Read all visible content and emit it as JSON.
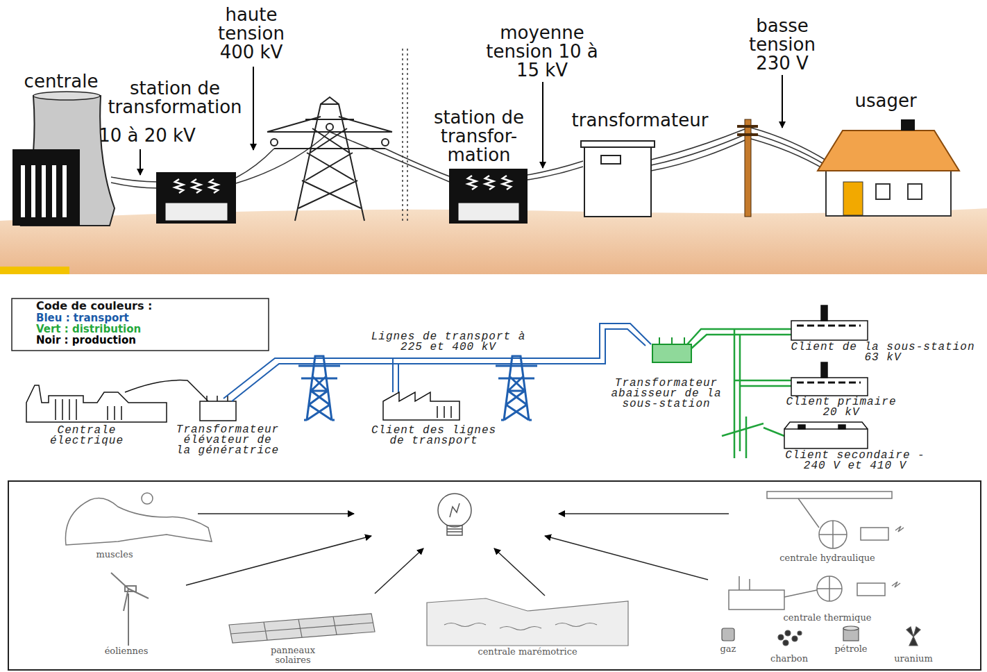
{
  "diagram": {
    "labels": [
      "centrale",
      "station de transformation",
      "10 à 20 kV",
      "haute tension 400 kV",
      "station de transfor- mation",
      "moyenne tension 10 à 15 kV",
      "transformateur",
      "basse tension 230 V",
      "usager",
      "Code de couleurs :",
      "Lignes de transport à 225 et 400 kV",
      "Centrale électrique",
      "Transformateur élévateur de la génératrice",
      "Client des lignes de transport",
      "Transformateur abaisseur de la sous-station",
      "Client de la sous-station 63 kV",
      "Client primaire 20 kV",
      "Client secondaire - 240 V et 410 V",
      "muscles",
      "centrale hydraulique",
      "centrale thermique",
      "éoliennes",
      "panneaux solaires",
      "centrale marémotrice",
      "gaz",
      "charbon",
      "pétrole",
      "uranium"
    ],
    "legend": [
      {
        "text": "Bleu : transport",
        "color": "#1a5aa8"
      },
      {
        "text": "Vert : distribution",
        "color": "#25a83c"
      },
      {
        "text": "Noir : production",
        "color": "#000000"
      }
    ]
  }
}
